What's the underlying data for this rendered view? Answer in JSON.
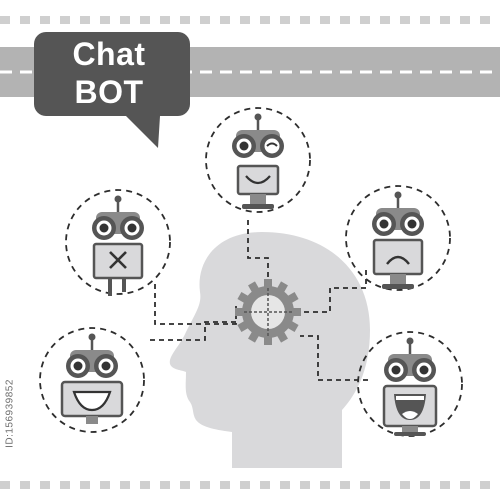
{
  "bubble": {
    "line1": "Chat",
    "line2": "BOT"
  },
  "stock_id": "ID:156939852",
  "colors": {
    "dark": "#545454",
    "mid": "#8a8a8a",
    "light": "#d9d9db",
    "stripe": "#b3b3b3"
  },
  "robots": [
    {
      "name": "robot-wink",
      "expression": "wink-smile"
    },
    {
      "name": "robot-dead",
      "expression": "x-mouth"
    },
    {
      "name": "robot-sad",
      "expression": "frown"
    },
    {
      "name": "robot-grin",
      "expression": "open-smile"
    },
    {
      "name": "robot-laugh",
      "expression": "big-laugh"
    }
  ],
  "icons": [
    "speech-bubble-icon",
    "head-silhouette-icon",
    "gear-icon"
  ]
}
